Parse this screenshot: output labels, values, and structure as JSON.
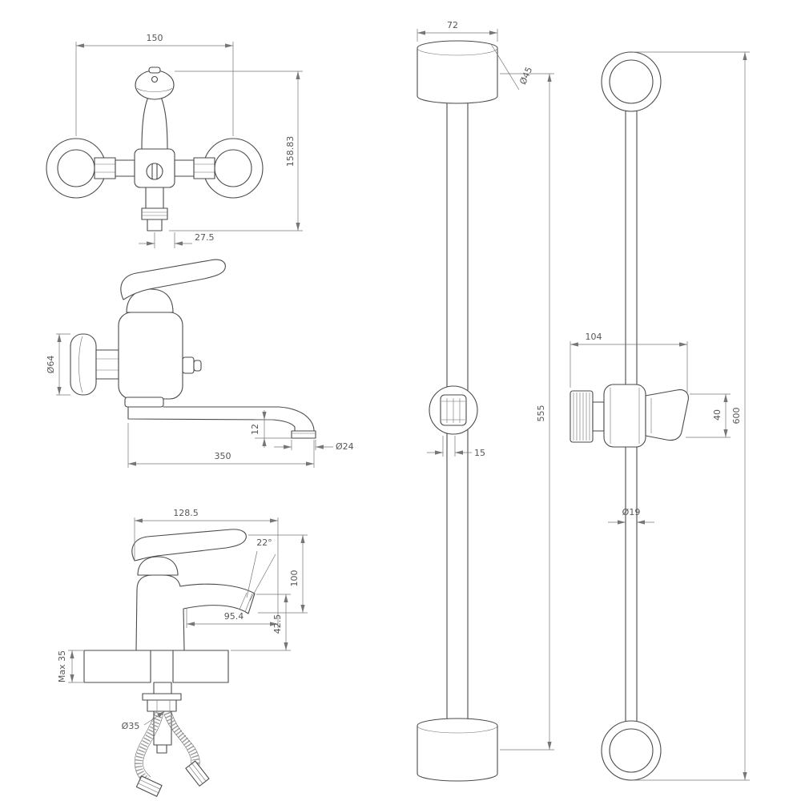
{
  "page": {
    "background": "#ffffff"
  },
  "colors": {
    "object_line": "#4a4a4a",
    "dimension_line": "#767676",
    "dimension_text": "#565656"
  },
  "views": {
    "mixer_front": {
      "dim_connection_width": "150",
      "dim_total_height": "158.83",
      "dim_outlet_offset": "27.5"
    },
    "mixer_side": {
      "dim_flange_diameter": "Ø64",
      "dim_spout_drop": "12",
      "dim_spout_reach": "350",
      "dim_aerator_diameter": "Ø24"
    },
    "basin_mixer": {
      "dim_body_length": "128.5",
      "dim_outlet_angle": "22°",
      "dim_height": "100",
      "dim_spout_reach": "95.4",
      "dim_outlet_height": "42.5",
      "dim_deck_thickness": "Max 35",
      "dim_hole_diameter": "Ø35"
    },
    "rail_front": {
      "dim_bracket_width": "72",
      "dim_bracket_diameter": "Ø45",
      "dim_bracket_centers": "555",
      "dim_slider_width": "15"
    },
    "rail_side": {
      "dim_holder_length": "104",
      "dim_holder_height": "40",
      "dim_overall_length": "600",
      "dim_tube_diameter": "Ø19"
    }
  }
}
